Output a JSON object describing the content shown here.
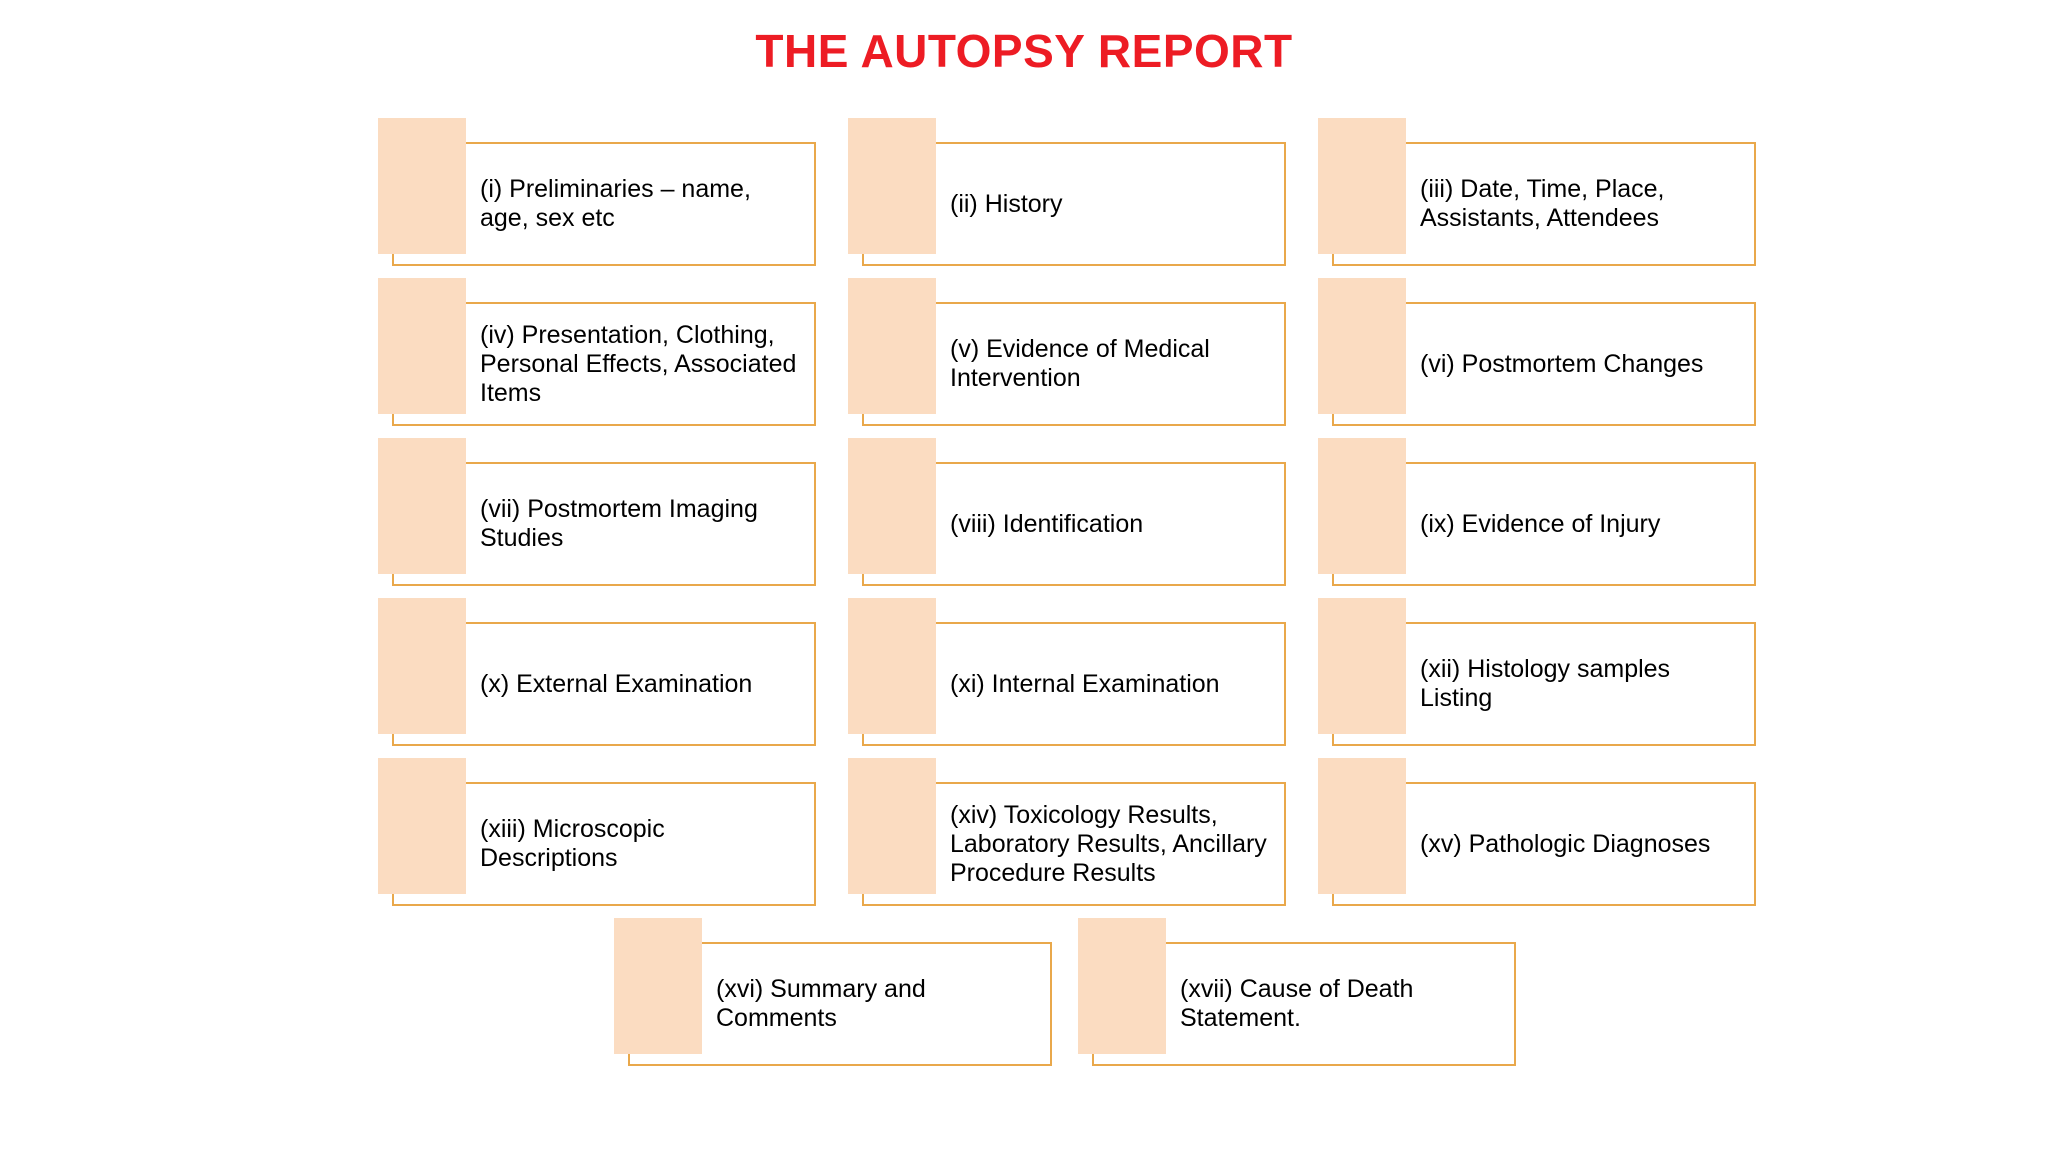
{
  "title": "THE AUTOPSY REPORT",
  "colors": {
    "title_red": "#ED1C24",
    "swatch_peach": "#FBDCC1",
    "frame_orange": "#E9A84B",
    "background": "#FFFFFF",
    "text_black": "#000000"
  },
  "sections": [
    {
      "numeral": "(i)",
      "label": "(i) Preliminaries – name, age, sex etc"
    },
    {
      "numeral": "(ii)",
      "label": "(ii) History"
    },
    {
      "numeral": "(iii)",
      "label": "(iii) Date, Time, Place, Assistants, Attendees"
    },
    {
      "numeral": "(iv)",
      "label": "(iv) Presentation, Clothing, Personal Effects, Associated Items"
    },
    {
      "numeral": "(v)",
      "label": "(v) Evidence of Medical Intervention"
    },
    {
      "numeral": "(vi)",
      "label": "(vi) Postmortem Changes"
    },
    {
      "numeral": "(vii)",
      "label": "(vii) Postmortem Imaging Studies"
    },
    {
      "numeral": "(viii)",
      "label": "(viii) Identification"
    },
    {
      "numeral": "(ix)",
      "label": "(ix) Evidence of Injury"
    },
    {
      "numeral": "(x)",
      "label": "(x) External Examination"
    },
    {
      "numeral": "(xi)",
      "label": "(xi) Internal Examination"
    },
    {
      "numeral": "(xii)",
      "label": "(xii) Histology samples Listing"
    },
    {
      "numeral": "(xiii)",
      "label": "(xiii) Microscopic Descriptions"
    },
    {
      "numeral": "(xiv)",
      "label": "(xiv) Toxicology Results, Laboratory Results, Ancillary Procedure Results"
    },
    {
      "numeral": "(xv)",
      "label": "(xv) Pathologic Diagnoses"
    },
    {
      "numeral": "(xvi)",
      "label": "(xvi) Summary and Comments"
    },
    {
      "numeral": "(xvii)",
      "label": "(xvii) Cause of Death Statement."
    }
  ]
}
